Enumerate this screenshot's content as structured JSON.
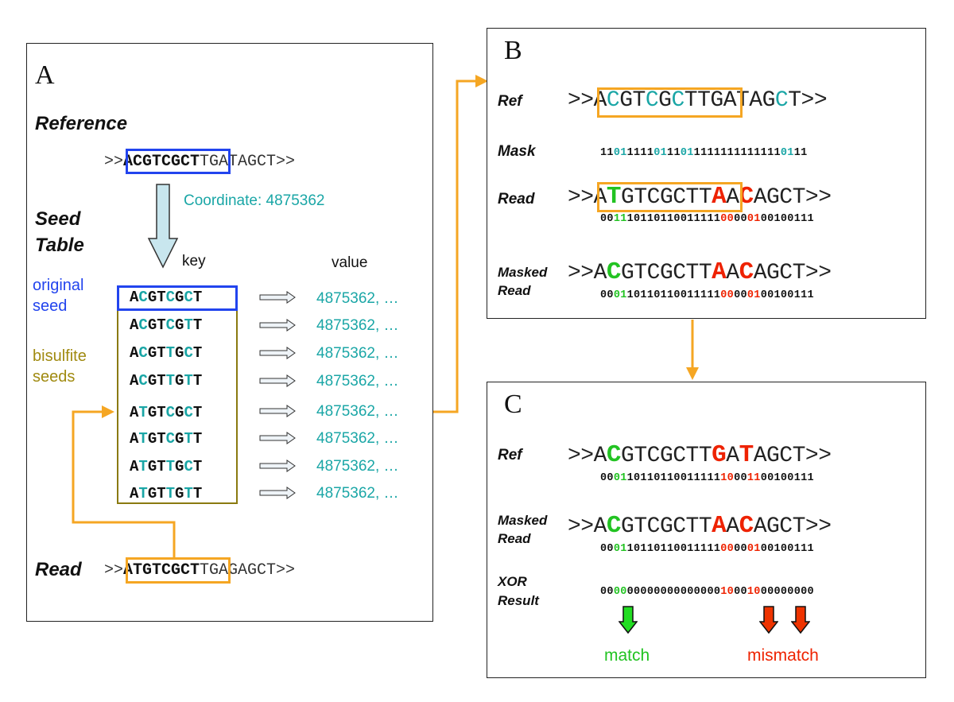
{
  "colors": {
    "teal": "#1aa6a6",
    "green": "#22c322",
    "red": "#ee2200",
    "blue": "#2244ee",
    "olive": "#a08a10",
    "orange": "#f5a623"
  },
  "panel_a": {
    "label": "A",
    "reference_title": "Reference",
    "reference_prefix": ">>",
    "reference_seed": "ACGTCGCT",
    "reference_rest": "TGATAGCT>>",
    "coordinate": "Coordinate: 4875362",
    "seed_table_title_1": "Seed",
    "seed_table_title_2": "Table",
    "key_header": "key",
    "value_header": "value",
    "original_seed_1": "original",
    "original_seed_2": "seed",
    "bisulfite_seeds_1": "bisulfite",
    "bisulfite_seeds_2": "seeds",
    "seeds": [
      "ACGTCGCT",
      "ACGTCGTT",
      "ACGTTGCT",
      "ACGTTGTT",
      "ATGTCGCT",
      "ATGTCGTT",
      "ATGTTGCT",
      "ATGTTGTT"
    ],
    "value": "4875362, …",
    "read_title": "Read",
    "read_prefix": ">>",
    "read_seed": "ATGTCGCT",
    "read_rest": "TGAGAGCT>>"
  },
  "panel_b": {
    "label": "B",
    "ref_label": "Ref",
    "ref_seq": ">>ACGTCGCTTGATAGCT>>",
    "mask_label": "Mask",
    "mask_bits": "11011111011101111111111111110111",
    "read_label": "Read",
    "read_seq": ">>ATGTCGCTTAACAGCT>>",
    "read_bits": "00111011011001111100000100100111",
    "masked_read_label_1": "Masked",
    "masked_read_label_2": "Read",
    "masked_read_seq": ">>ACGTCGCTTAACAGCT>>",
    "masked_read_bits": "00011011011001111100000100100111"
  },
  "panel_c": {
    "label": "C",
    "ref_label": "Ref",
    "ref_seq": ">>ACGTCGCTTGATAGCT>>",
    "ref_bits": "00011011011001111110001100100111",
    "masked_read_label_1": "Masked",
    "masked_read_label_2": "Read",
    "masked_read_seq": ">>ACGTCGCTTAACAGCT>>",
    "masked_read_bits": "00011011011001111100000100100111",
    "xor_label_1": "XOR",
    "xor_label_2": "Result",
    "xor_bits": "00000000000000000010001000000000",
    "match_label": "match",
    "mismatch_label": "mismatch"
  }
}
